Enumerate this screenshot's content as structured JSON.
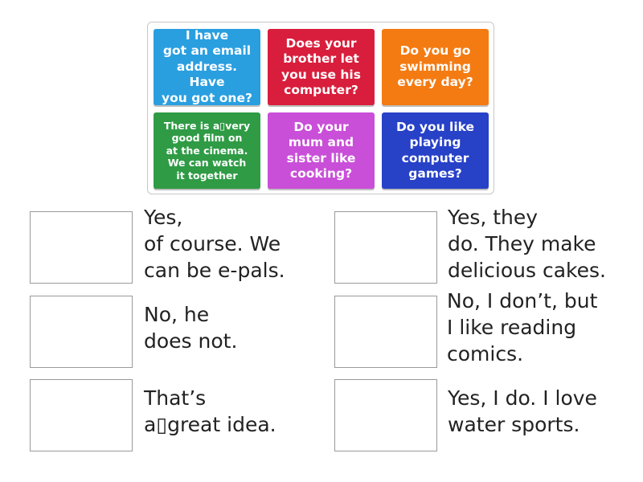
{
  "colors": {
    "blue": "#2a9fe0",
    "red": "#d81e3c",
    "orange": "#f47b12",
    "green": "#2f9b45",
    "violet": "#c94fd8",
    "navy": "#2741c7"
  },
  "tiles": [
    {
      "lines": [
        "I have",
        "got an email",
        "address. Have",
        "you got one?"
      ]
    },
    {
      "lines": [
        "Does your",
        "brother let",
        "you use his",
        "computer?"
      ]
    },
    {
      "lines": [
        "Do you go",
        "swimming",
        "every day?"
      ]
    },
    {
      "lines": [
        "There is a▯very",
        "good film on",
        "at the cinema.",
        "We can watch",
        "it together"
      ]
    },
    {
      "lines": [
        "Do your",
        "mum and",
        "sister like",
        "cooking?"
      ]
    },
    {
      "lines": [
        "Do you like",
        "playing",
        "computer",
        "games?"
      ]
    }
  ],
  "answers": [
    {
      "lines": [
        "Yes,",
        "of course. We",
        "can be e-pals."
      ]
    },
    {
      "lines": [
        "No, he",
        "does not."
      ]
    },
    {
      "lines": [
        "That’s",
        "a▯great idea."
      ]
    },
    {
      "lines": [
        "Yes, they",
        "do. They make",
        "delicious cakes."
      ]
    },
    {
      "lines": [
        "No, I don’t, but",
        "I like reading",
        "comics."
      ]
    },
    {
      "lines": [
        "Yes, I do. I love",
        "water sports."
      ]
    }
  ]
}
